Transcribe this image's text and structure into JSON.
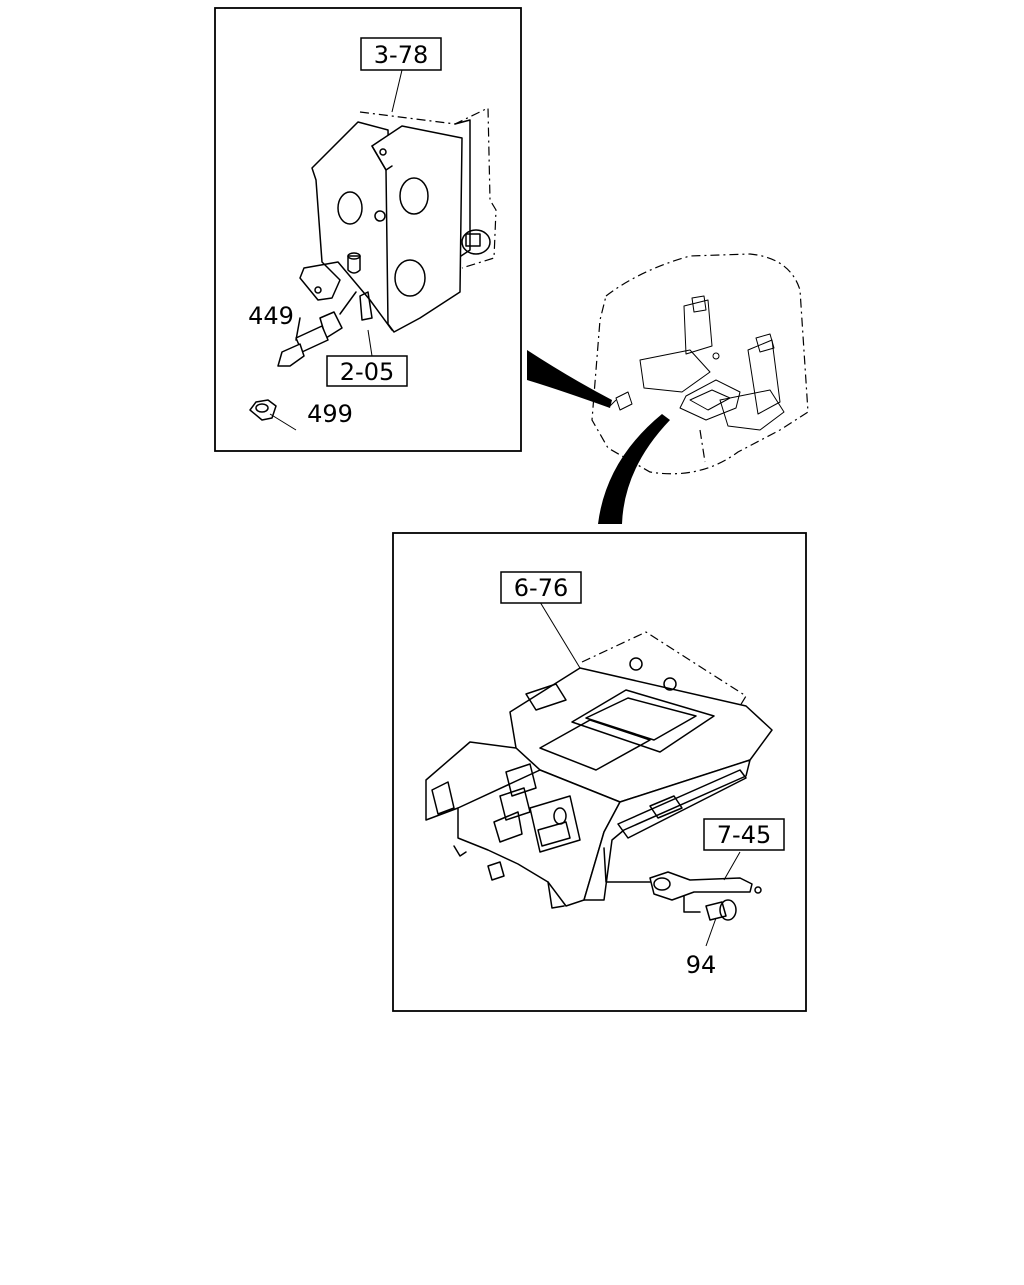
{
  "callouts": {
    "bracket_assembly": "3-78",
    "cable_part": "449",
    "clip_part": "499",
    "pedal_reference": "2-05",
    "console_assembly": "6-76",
    "bracket_reference": "7-45",
    "bolt_part": "94"
  }
}
